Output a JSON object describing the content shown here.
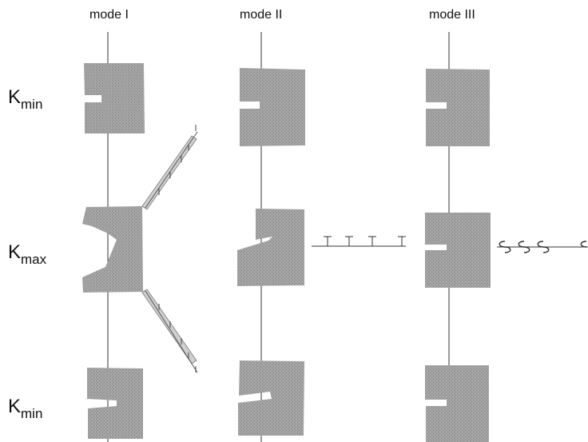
{
  "columns": {
    "mode_i": "mode I",
    "mode_ii": "mode II",
    "mode_iii": "mode III"
  },
  "rows": {
    "top": {
      "base": "K",
      "sub": "min"
    },
    "middle": {
      "base": "K",
      "sub": "max"
    },
    "bottom": {
      "base": "K",
      "sub": "min"
    }
  },
  "colors": {
    "specimen": "#9a9a9a",
    "specimen_edge": "#7d7d7d",
    "background": "#ffffff",
    "line": "#333333"
  }
}
